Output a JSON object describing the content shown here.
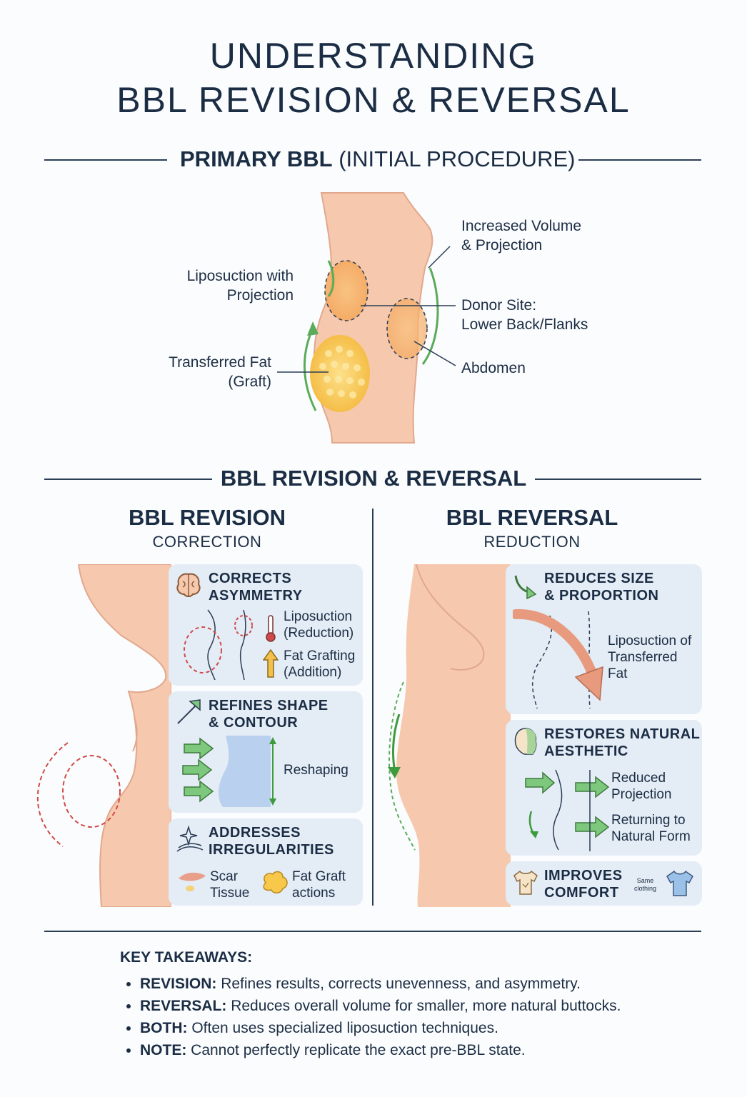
{
  "title": {
    "line1": "UNDERSTANDING",
    "line2": "BBL REVISION & REVERSAL"
  },
  "primary": {
    "heading_bold": "PRIMARY BBL",
    "heading_rest": " (INITIAL PROCEDURE)",
    "labels": {
      "liposuction_line1": "Liposuction with",
      "liposuction_line2": "Projection",
      "transferred_line1": "Transferred Fat",
      "transferred_line2": "(Graft)",
      "volume_line1": "Increased Volume",
      "volume_line2": "& Projection",
      "donor_line1": "Donor Site:",
      "donor_line2": "Lower Back/Flanks",
      "abdomen": "Abdomen"
    }
  },
  "section2": {
    "heading": "BBL REVISION & REVERSAL"
  },
  "revision": {
    "title": "BBL REVISION",
    "subtitle": "CORRECTION",
    "cards": {
      "asymmetry": {
        "title_line1": "CORRECTS",
        "title_line2": "ASYMMETRY",
        "lipo_line1": "Liposuction",
        "lipo_line2": "(Reduction)",
        "graft_line1": "Fat Grafting",
        "graft_line2": "(Addition)"
      },
      "shape": {
        "title_line1": "REFINES SHAPE",
        "title_line2": "& CONTOUR",
        "reshaping": "Reshaping"
      },
      "irregular": {
        "title_line1": "ADDRESSES",
        "title_line2": "IRREGULARITIES",
        "scar_line1": "Scar",
        "scar_line2": "Tissue",
        "fat_line1": "Fat Graft",
        "fat_line2": "actions"
      }
    }
  },
  "reversal": {
    "title": "BBL REVERSAL",
    "subtitle": "REDUCTION",
    "cards": {
      "reduces": {
        "title_line1": "REDUCES SIZE",
        "title_line2": "& PROPORTION",
        "lipo_line1": "Liposuction of",
        "lipo_line2": "Transferred",
        "lipo_line3": "Fat"
      },
      "restores": {
        "title_line1": "RESTORES NATURAL",
        "title_line2": "AESTHETIC",
        "reduced_line1": "Reduced",
        "reduced_line2": "Projection",
        "return_line1": "Returning to",
        "return_line2": "Natural Form"
      },
      "comfort": {
        "title_line1": "IMPROVES",
        "title_line2": "COMFORT",
        "tiny_line1": "Same",
        "tiny_line2": "clothing"
      }
    }
  },
  "takeaways": {
    "heading": "KEY TAKEAWAYS:",
    "items": [
      {
        "bold": "REVISION:",
        "text": " Refines results, corrects unevenness, and asymmetry."
      },
      {
        "bold": "REVERSAL:",
        "text": " Reduces overall volume for smaller, more natural buttocks."
      },
      {
        "bold": "BOTH:",
        "text": " Often uses specialized liposuction techniques."
      },
      {
        "bold": "NOTE:",
        "text": " Cannot perfectly replicate the exact pre-BBL state."
      }
    ]
  },
  "colors": {
    "navy": "#1b2d44",
    "skin": "#f6c8ad",
    "fat": "#f7c84a",
    "card_bg": "#e4ecf5",
    "green": "#5aab5a",
    "red_dash": "#d04a4a"
  }
}
